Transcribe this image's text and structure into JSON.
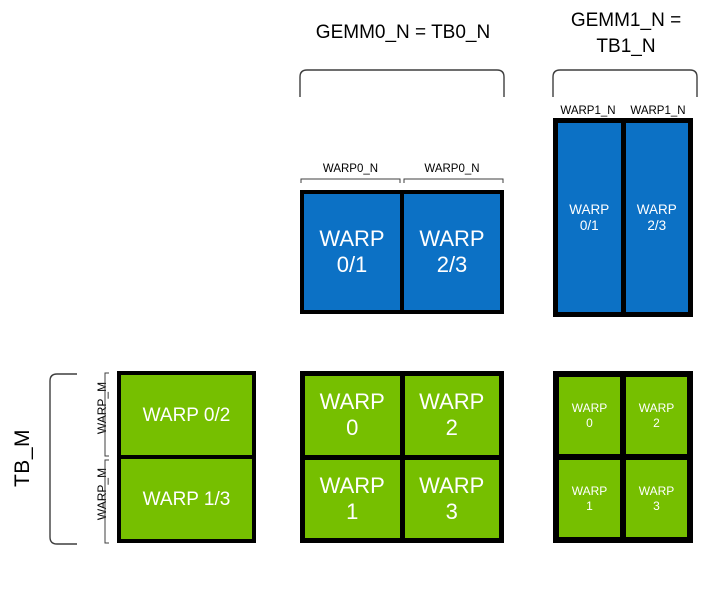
{
  "diagram": {
    "title_top_middle": "GEMM0_N = TB0_N",
    "title_top_right": "GEMM1_N =\nTB1_N",
    "vertical_label_tb_m": "TB_M",
    "colors": {
      "blue": "#0c71c5",
      "green": "#76bf00",
      "outline": "#000000",
      "background": "#ffffff",
      "text_on_fill": "#ffffff",
      "text": "#000000"
    }
  },
  "middle_top": {
    "bracket_label": "GEMM0_N = TB0_N",
    "column_ticks": [
      "WARP0_N",
      "WARP0_N"
    ],
    "cells": [
      "WARP\n0/1",
      "WARP\n2/3"
    ]
  },
  "right_top": {
    "bracket_label": "GEMM1_N =\nTB1_N",
    "column_ticks": [
      "WARP1_N",
      "WARP1_N"
    ],
    "cells": [
      "WARP\n0/1",
      "WARP\n2/3"
    ]
  },
  "left_bottom": {
    "row_ticks": [
      "WARP_M",
      "WARP_M"
    ],
    "bracket_label": "TB_M",
    "cells": [
      "WARP 0/2",
      "WARP 1/3"
    ]
  },
  "middle_bottom": {
    "cells": [
      [
        "WARP\n0",
        "WARP\n2"
      ],
      [
        "WARP\n1",
        "WARP\n3"
      ]
    ]
  },
  "right_bottom": {
    "cells": [
      [
        "WARP\n0",
        "WARP\n2"
      ],
      [
        "WARP\n1",
        "WARP\n3"
      ]
    ]
  }
}
